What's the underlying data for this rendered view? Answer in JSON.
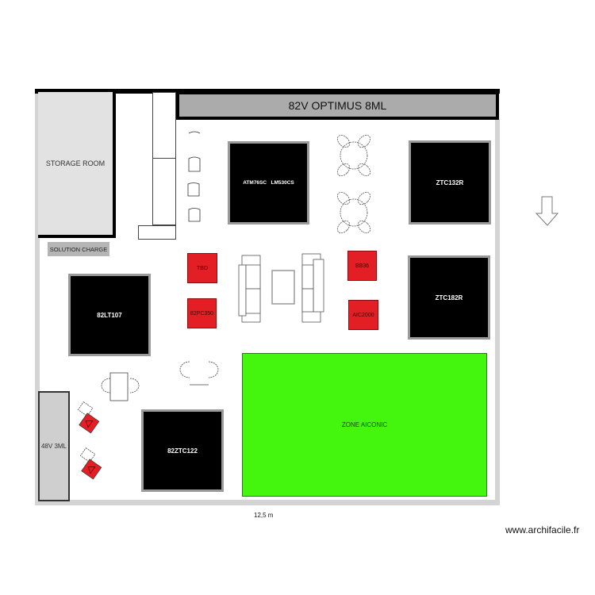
{
  "plan": {
    "title": "82V OPTIMUS 8ML",
    "scale_label": "12,5 m",
    "watermark": "www.archifacile.fr"
  },
  "rooms": {
    "storage_room": "STORAGE ROOM",
    "solution_charge": "SOLUTION CHARGE",
    "battery_48v": "48V 3ML",
    "zone": "ZONE AICONIC"
  },
  "machines": [
    {
      "id": "atm",
      "label": "ATM76SC   LM530CS"
    },
    {
      "id": "ztc132r",
      "label": "ZTC132R"
    },
    {
      "id": "lt107",
      "label": "82LT107"
    },
    {
      "id": "ztc182r",
      "label": "ZTC182R"
    },
    {
      "id": "ztc122",
      "label": "82ZTC122"
    }
  ],
  "red_units": [
    {
      "id": "tbd",
      "label": "TBD"
    },
    {
      "id": "pc350",
      "label": "82PC350"
    },
    {
      "id": "bb36",
      "label": "BB36"
    },
    {
      "id": "aic2000",
      "label": "AIC2000"
    }
  ],
  "colors": {
    "wall": "#000000",
    "machine": "#000000",
    "red_unit": "#e31e24",
    "zone": "#44f50d",
    "banner": "#ababab"
  },
  "icons": {
    "north_arrow": "arrow-down-outline"
  }
}
